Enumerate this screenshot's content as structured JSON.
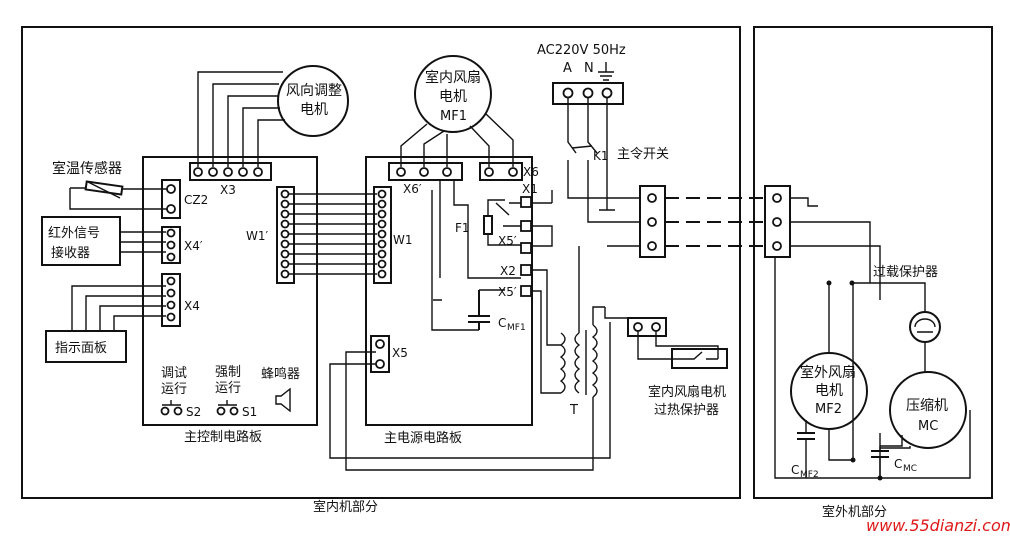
{
  "power": {
    "label": "AC220V 50Hz",
    "phase_labels": [
      "A",
      "N"
    ]
  },
  "switches": {
    "main": "K1",
    "main_label": "主令开关"
  },
  "indoor": {
    "section_label": "室内机部分",
    "main_board_label": "主控制电路板",
    "power_board_label": "主电源电路板",
    "swing_motor": [
      "风向调整",
      "电机"
    ],
    "fan_motor": [
      "室内风扇",
      "电机",
      "MF1"
    ],
    "room_sensor": "室温传感器",
    "ir_receiver": [
      "红外信号",
      "接收器"
    ],
    "indicator_panel": "指示面板",
    "test_run": [
      "调试",
      "运行"
    ],
    "forced_run": [
      "强制",
      "运行"
    ],
    "buzzer": "蜂鸣器",
    "s2": "S2",
    "s1": "S1",
    "fuse": "F1",
    "transformer": "T",
    "fan_capacitor": "C",
    "fan_capacitor_sub": "MF1",
    "fan_overheat": [
      "室内风扇电机",
      "过热保护器"
    ]
  },
  "connectors": {
    "x3": "X3",
    "cz2": "CZ2",
    "x4p": "X4′",
    "x4": "X4",
    "w1p": "W1′",
    "w1": "W1",
    "x6p": "X6′",
    "x6": "X6",
    "x1": "X1",
    "x5p_top": "X5′",
    "x2": "X2",
    "x5p_bot": "X5′",
    "x5": "X5"
  },
  "outdoor": {
    "section_label": "室外机部分",
    "overload": "过载保护器",
    "fan_motor": [
      "室外风扇",
      "电机",
      "MF2"
    ],
    "compressor": [
      "压缩机",
      "MC"
    ],
    "cap_mf2": "C",
    "cap_mf2_sub": "MF2",
    "cap_mc": "C",
    "cap_mc_sub": "MC"
  },
  "watermark": "www.55dianzi.com"
}
